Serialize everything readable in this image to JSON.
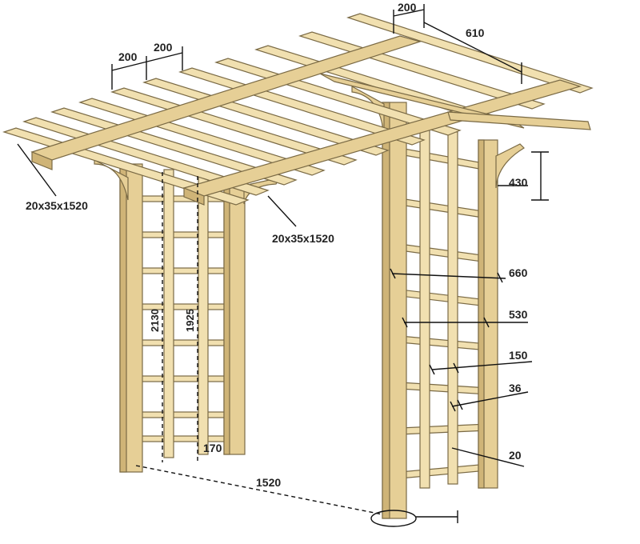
{
  "labels": {
    "top_spacing_1": "200",
    "top_spacing_2": "200",
    "top_right_spacing": "200",
    "top_right_length": "610",
    "bracket_height": "430",
    "left_rafter_size": "20x35x1520",
    "front_beam_size": "20x35x1520",
    "width_660": "660",
    "width_530": "530",
    "width_150": "150",
    "width_36": "36",
    "width_20": "20",
    "height_2130": "2130",
    "height_1925": "1925",
    "gap_170": "170",
    "span_1520": "1520"
  }
}
